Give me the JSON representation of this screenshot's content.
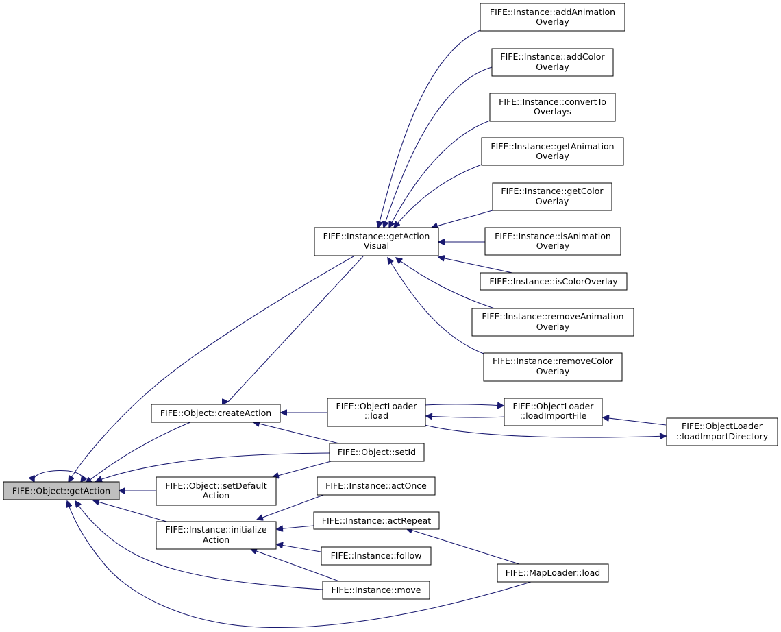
{
  "colors": {
    "edge": "#191970",
    "root_fill": "#bfbfbf",
    "node_fill": "#ffffff",
    "node_border": "#000000"
  },
  "nodes": {
    "getAction": [
      "FIFE::Object::getAction"
    ],
    "getActionVisual": [
      "FIFE::Instance::getAction",
      "Visual"
    ],
    "addAnimationOverlay": [
      "FIFE::Instance::addAnimation",
      "Overlay"
    ],
    "addColorOverlay": [
      "FIFE::Instance::addColor",
      "Overlay"
    ],
    "convertToOverlays": [
      "FIFE::Instance::convertTo",
      "Overlays"
    ],
    "getAnimationOverlay": [
      "FIFE::Instance::getAnimation",
      "Overlay"
    ],
    "getColorOverlay": [
      "FIFE::Instance::getColor",
      "Overlay"
    ],
    "isAnimationOverlay": [
      "FIFE::Instance::isAnimation",
      "Overlay"
    ],
    "isColorOverlay": [
      "FIFE::Instance::isColorOverlay"
    ],
    "removeAnimationOverlay": [
      "FIFE::Instance::removeAnimation",
      "Overlay"
    ],
    "removeColorOverlay": [
      "FIFE::Instance::removeColor",
      "Overlay"
    ],
    "createAction": [
      "FIFE::Object::createAction"
    ],
    "objectLoaderLoad": [
      "FIFE::ObjectLoader",
      "::load"
    ],
    "loadImportFile": [
      "FIFE::ObjectLoader",
      "::loadImportFile"
    ],
    "loadImportDirectory": [
      "FIFE::ObjectLoader",
      "::loadImportDirectory"
    ],
    "setId": [
      "FIFE::Object::setId"
    ],
    "setDefaultAction": [
      "FIFE::Object::setDefault",
      "Action"
    ],
    "actOnce": [
      "FIFE::Instance::actOnce"
    ],
    "initializeAction": [
      "FIFE::Instance::initialize",
      "Action"
    ],
    "actRepeat": [
      "FIFE::Instance::actRepeat"
    ],
    "follow": [
      "FIFE::Instance::follow"
    ],
    "move": [
      "FIFE::Instance::move"
    ],
    "mapLoaderLoad": [
      "FIFE::MapLoader::load"
    ]
  }
}
